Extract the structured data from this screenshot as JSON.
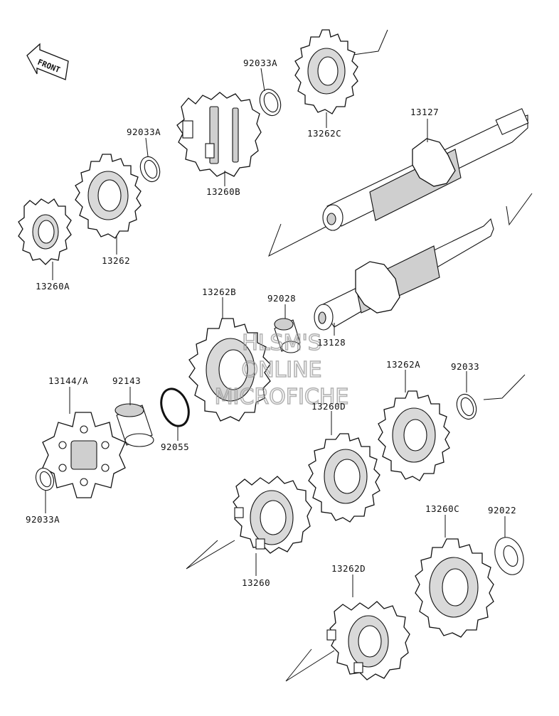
{
  "front_indicator": {
    "label": "FRONT"
  },
  "watermark": {
    "line1": "HLSM'S",
    "line2": "ONLINE",
    "line3": "MICROFICHE"
  },
  "parts": [
    {
      "id": "92033A_top",
      "number": "92033A"
    },
    {
      "id": "13262C",
      "number": "13262C"
    },
    {
      "id": "13127",
      "number": "13127"
    },
    {
      "id": "92033A_mid",
      "number": "92033A"
    },
    {
      "id": "13260B",
      "number": "13260B"
    },
    {
      "id": "13262",
      "number": "13262"
    },
    {
      "id": "13260A",
      "number": "13260A"
    },
    {
      "id": "13262B",
      "number": "13262B"
    },
    {
      "id": "92028",
      "number": "92028"
    },
    {
      "id": "13128",
      "number": "13128"
    },
    {
      "id": "13144A",
      "number": "13144/A"
    },
    {
      "id": "92143",
      "number": "92143"
    },
    {
      "id": "92055",
      "number": "92055"
    },
    {
      "id": "13262A",
      "number": "13262A"
    },
    {
      "id": "92033",
      "number": "92033"
    },
    {
      "id": "13260D",
      "number": "13260D"
    },
    {
      "id": "92033A_low",
      "number": "92033A"
    },
    {
      "id": "13260C",
      "number": "13260C"
    },
    {
      "id": "92022",
      "number": "92022"
    },
    {
      "id": "13260",
      "number": "13260"
    },
    {
      "id": "13262D",
      "number": "13262D"
    }
  ]
}
